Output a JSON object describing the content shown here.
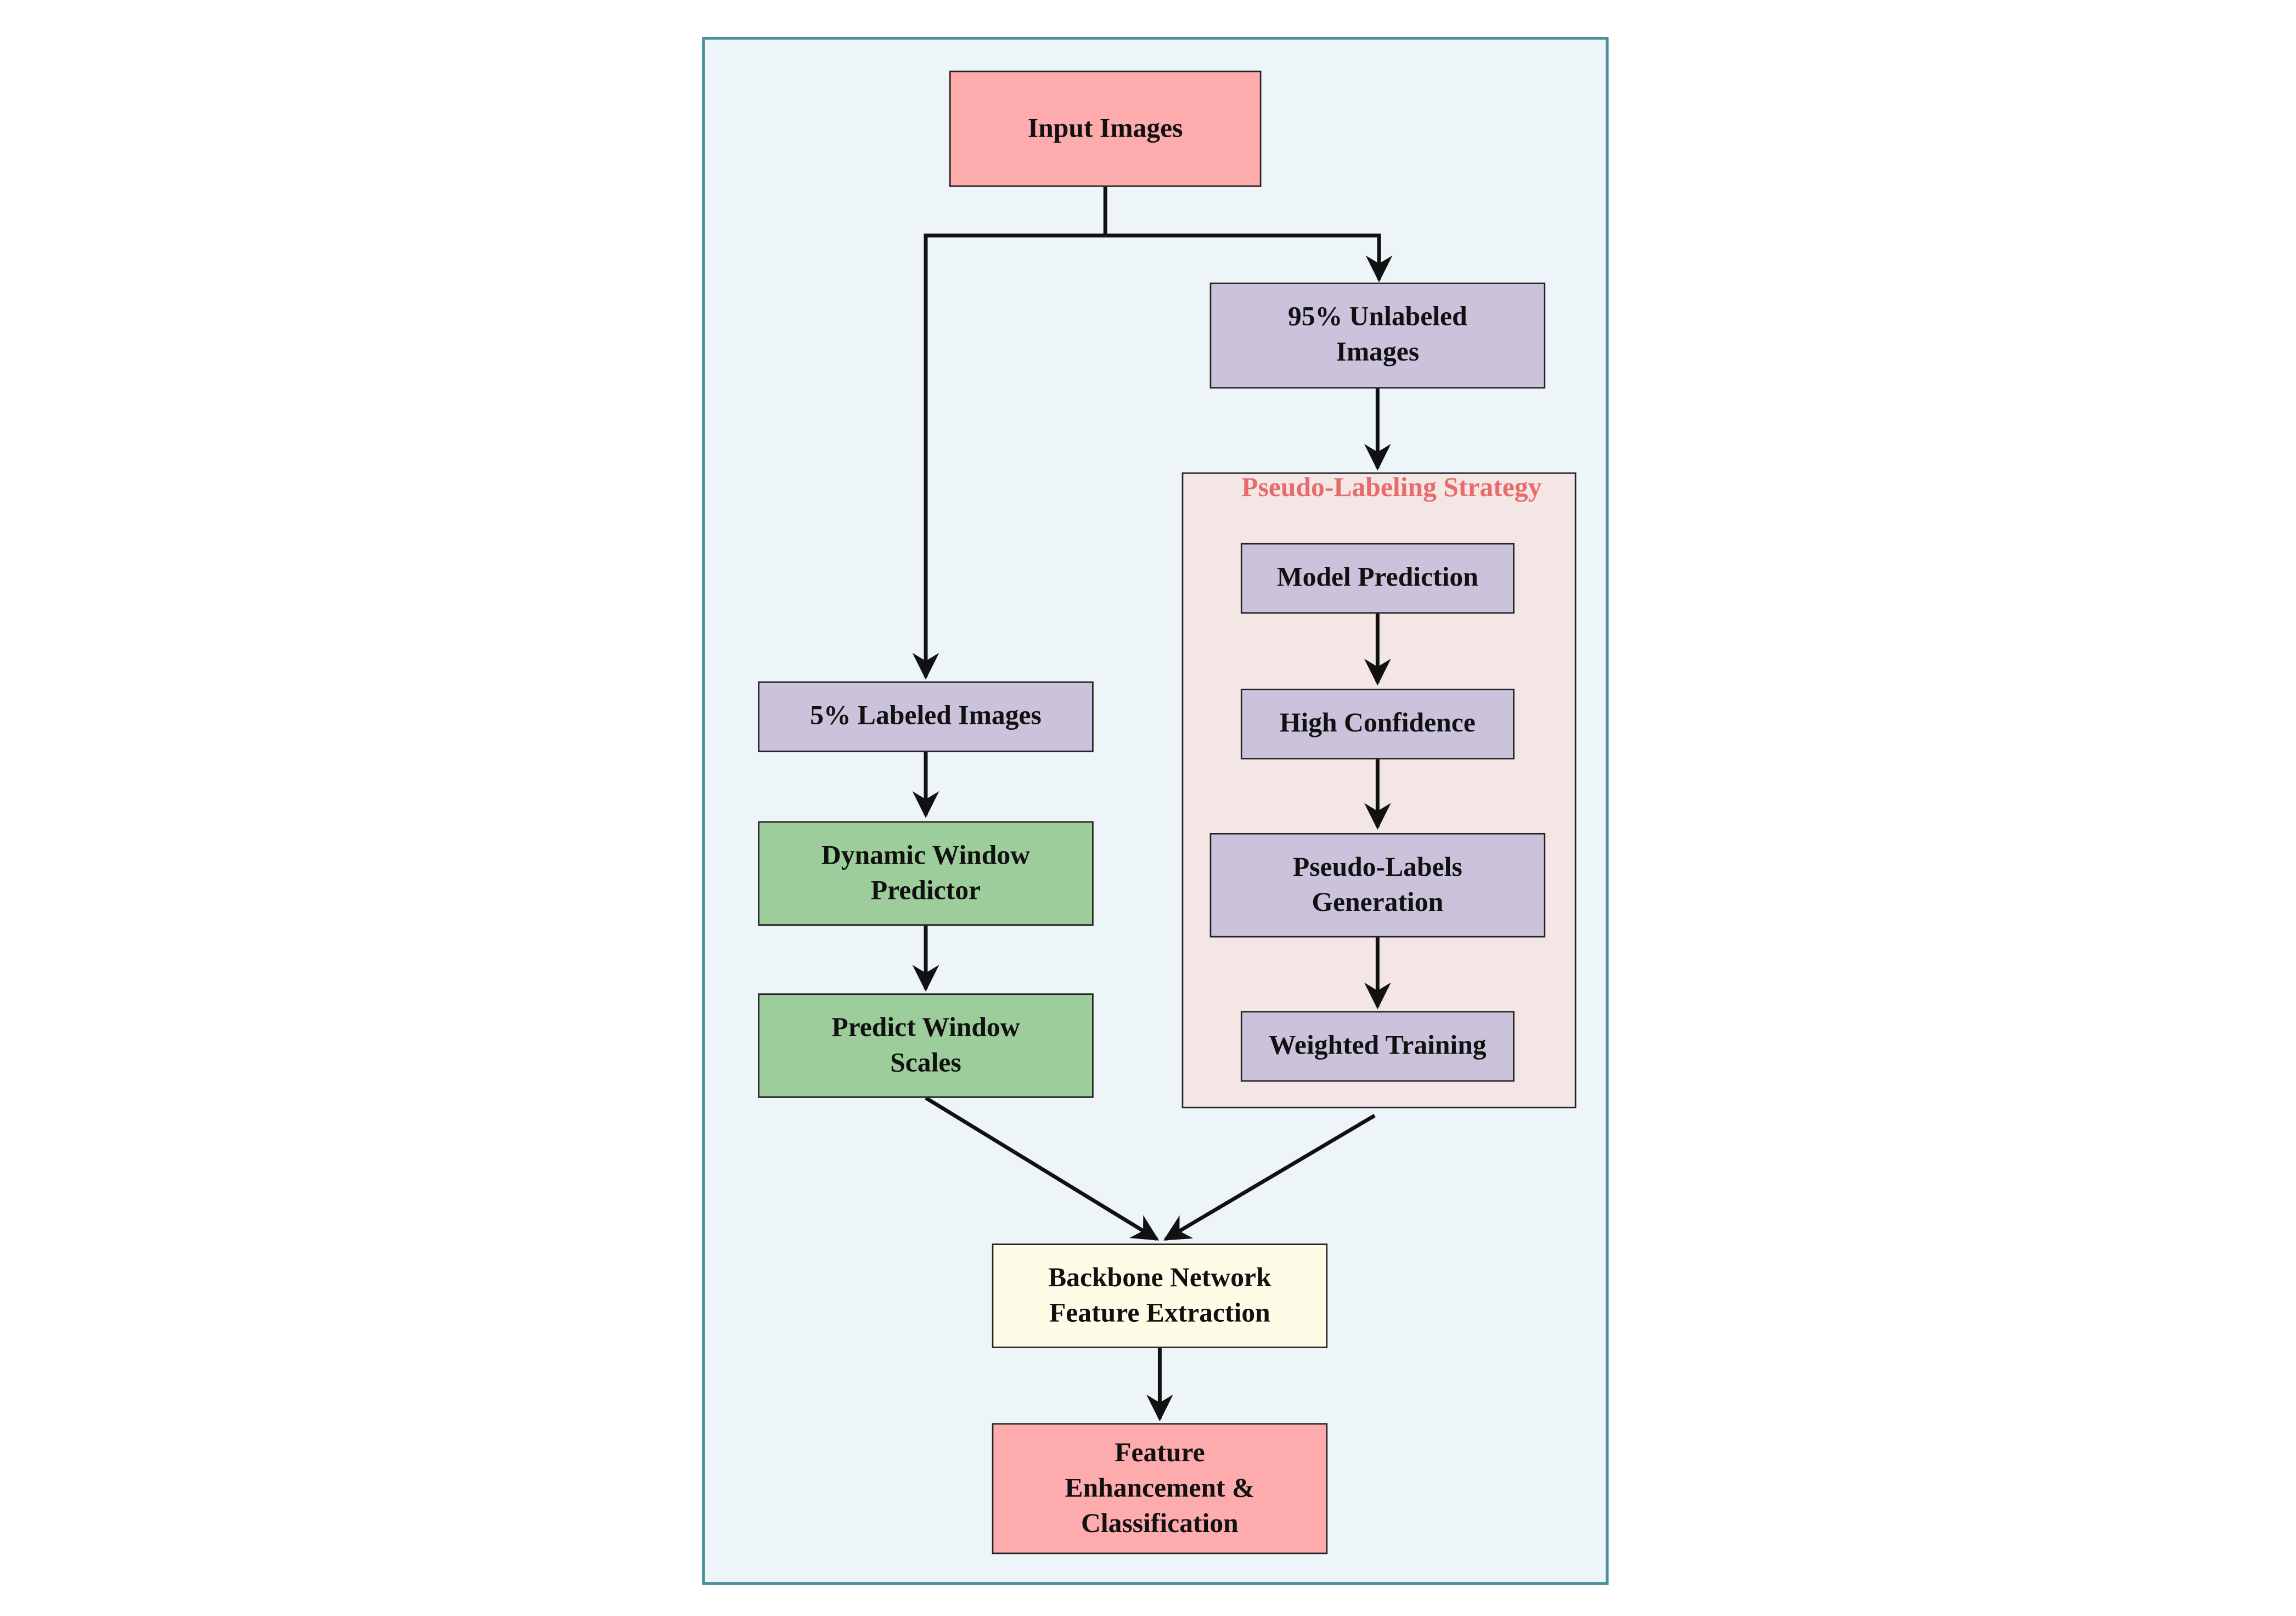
{
  "diagram": {
    "group_title": "Pseudo-Labeling Strategy",
    "nodes": {
      "input": "Input Images",
      "unlabeled": "95% Unlabeled\nImages",
      "labeled": "5% Labeled Images",
      "model_prediction": "Model Prediction",
      "high_confidence": "High Confidence",
      "pseudo_labels": "Pseudo-Labels\nGeneration",
      "weighted_training": "Weighted Training",
      "dynamic_window": "Dynamic Window\nPredictor",
      "predict_scales": "Predict Window\nScales",
      "backbone": "Backbone Network\nFeature Extraction",
      "feature_enhancement": "Feature\nEnhancement &\nClassification"
    },
    "colors": {
      "frame_fill": "#edf5f8",
      "frame_border": "#4a8f99",
      "group_fill": "#f5e6e6",
      "group_title": "#e86a6a",
      "input_output": "#fdabad",
      "data_steps": "#cbc3dc",
      "window_steps": "#9dcd9a",
      "backbone": "#fdfde7"
    }
  }
}
